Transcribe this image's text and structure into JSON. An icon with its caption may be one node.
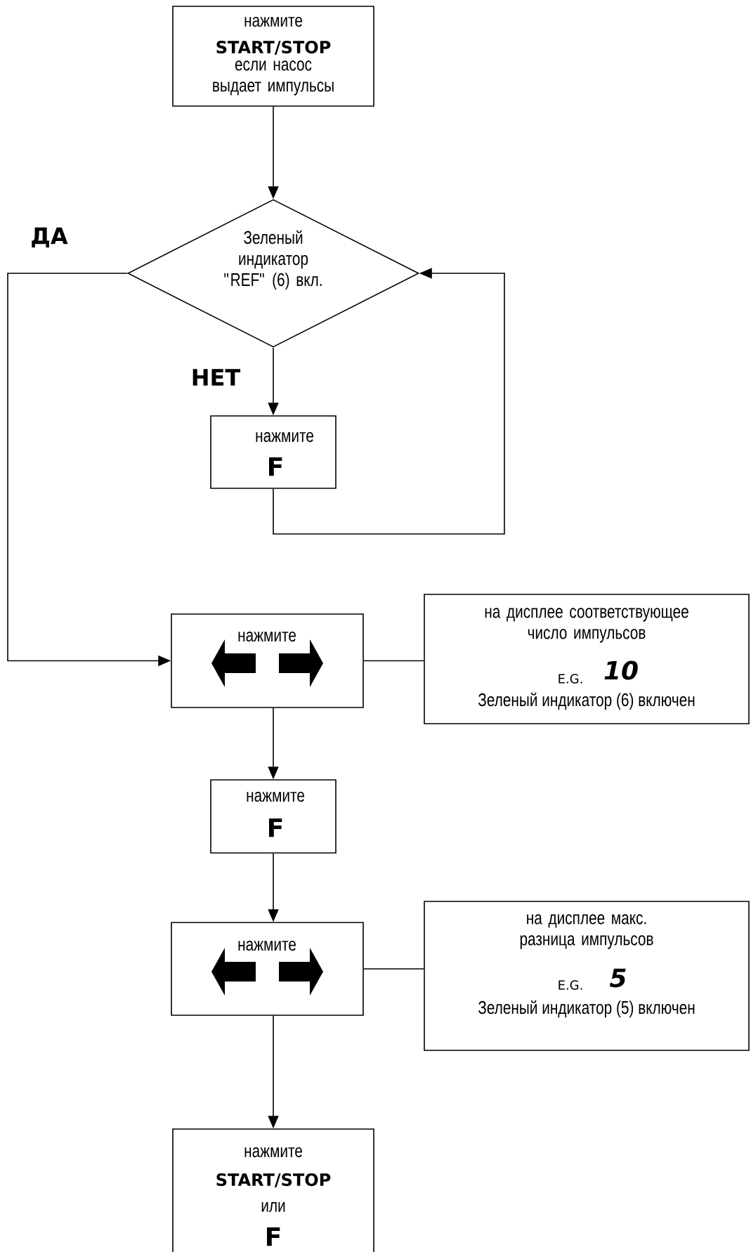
{
  "diagram": {
    "nodes": [
      {
        "text": [
          "нажмите",
          "START/STOP",
          "если насос выдает импульсы"
        ]
      },
      {
        "text": [
          "Зеленый индикатор \"REF\" (6) вкл."
        ]
      },
      {
        "text": [
          "нажмите",
          "F"
        ]
      },
      {
        "text": [
          "нажмите"
        ]
      },
      {
        "text": [
          "на дисплее соответствующее число импульсов",
          "E.G.",
          "10",
          "Зеленый индикатор (6) включен"
        ]
      },
      {
        "text": [
          "нажмите",
          "F"
        ]
      },
      {
        "text": [
          "нажмите"
        ]
      },
      {
        "text": [
          "на дисплее макс. разница импульсов",
          "E.G.",
          "5",
          "Зеленый индикатор (5) включен"
        ]
      },
      {
        "text": [
          "нажмите",
          "START/STOP",
          "или",
          "F"
        ]
      }
    ],
    "edges": [
      {
        "from": 0,
        "to": 1,
        "arrow": "to"
      },
      {
        "from": 1,
        "to": 3,
        "arrow": "to",
        "label": "ДА"
      },
      {
        "from": 1,
        "to": 2,
        "arrow": "to",
        "label": "НЕТ"
      },
      {
        "from": 2,
        "to": 1,
        "arrow": "to"
      },
      {
        "from": 3,
        "to": 4,
        "arrow": "none"
      },
      {
        "from": 3,
        "to": 5,
        "arrow": "to"
      },
      {
        "from": 5,
        "to": 6,
        "arrow": "to"
      },
      {
        "from": 6,
        "to": 7,
        "arrow": "none"
      },
      {
        "from": 6,
        "to": 8,
        "arrow": "to"
      }
    ]
  }
}
